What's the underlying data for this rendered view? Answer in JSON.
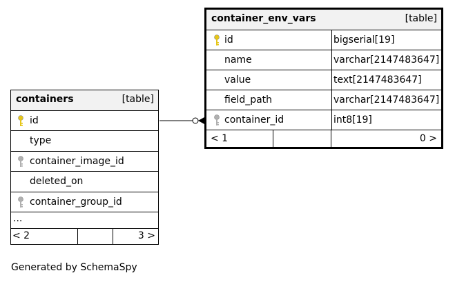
{
  "tables": {
    "container_env_vars": {
      "name": "container_env_vars",
      "kind": "[table]",
      "columns": [
        {
          "name": "id",
          "type": "bigserial[19]",
          "key": "primary"
        },
        {
          "name": "name",
          "type": "varchar[2147483647]",
          "key": "none"
        },
        {
          "name": "value",
          "type": "text[2147483647]",
          "key": "none"
        },
        {
          "name": "field_path",
          "type": "varchar[2147483647]",
          "key": "none"
        },
        {
          "name": "container_id",
          "type": "int8[19]",
          "key": "foreign"
        }
      ],
      "footer": {
        "left": "< 1",
        "right": "0 >"
      }
    },
    "containers": {
      "name": "containers",
      "kind": "[table]",
      "columns": [
        {
          "name": "id",
          "key": "primary"
        },
        {
          "name": "type",
          "key": "none"
        },
        {
          "name": "container_image_id",
          "key": "foreign"
        },
        {
          "name": "deleted_on",
          "key": "none"
        },
        {
          "name": "container_group_id",
          "key": "foreign"
        }
      ],
      "more": "...",
      "footer": {
        "left": "< 2",
        "right": "3 >"
      }
    }
  },
  "key_colors": {
    "primary": "#e6c619",
    "foreign": "#b0b0b0"
  },
  "caption": "Generated by SchemaSpy"
}
